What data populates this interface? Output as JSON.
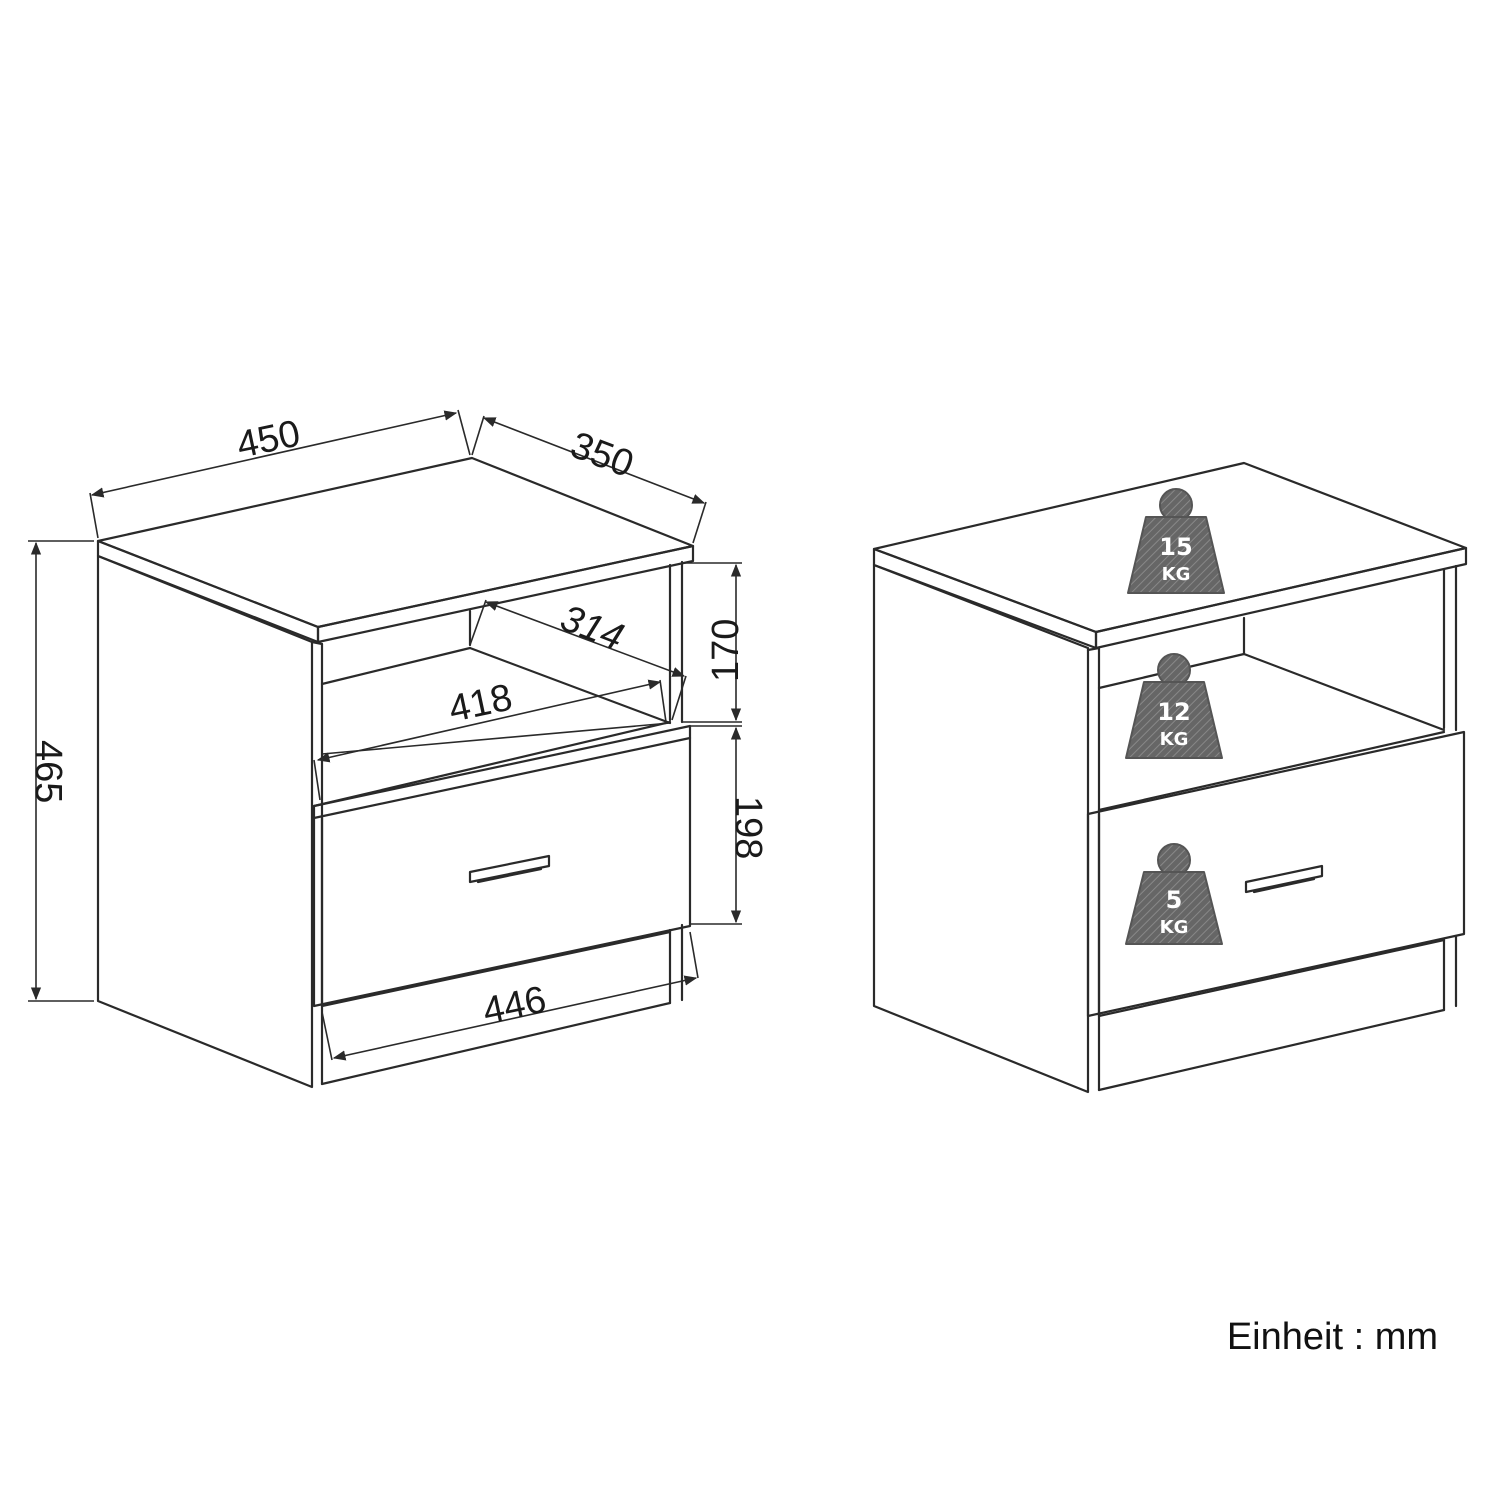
{
  "dimensions": {
    "width": "450",
    "depth": "350",
    "shelf_depth": "314",
    "shelf_width": "418",
    "height": "465",
    "shelf_height": "170",
    "drawer_height": "198",
    "drawer_width": "446"
  },
  "weights": {
    "top": {
      "value": "15",
      "unit": "KG"
    },
    "shelf": {
      "value": "12",
      "unit": "KG"
    },
    "drawer": {
      "value": "5",
      "unit": "KG"
    }
  },
  "unit_label": "Einheit : mm"
}
